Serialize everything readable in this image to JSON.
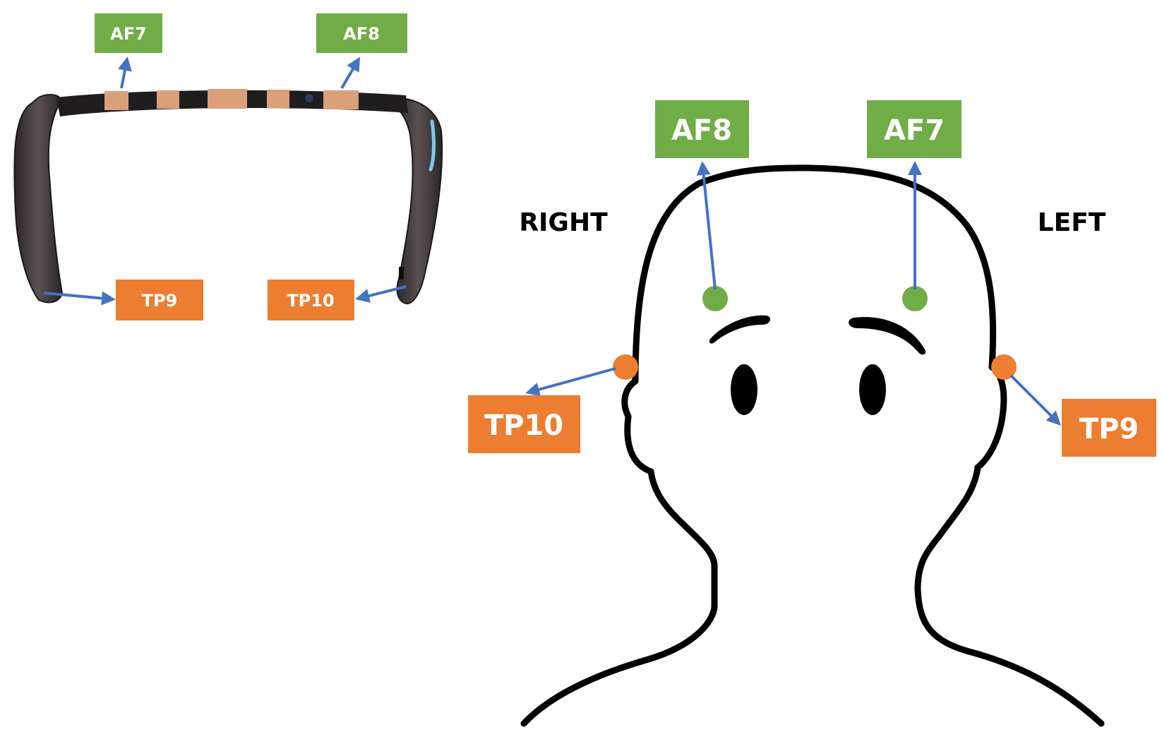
{
  "colors": {
    "green": "#70AD47",
    "orange": "#ED7D31",
    "arrow": "#4472C4",
    "outline": "#000000",
    "text_on_box": "#FFFFFF",
    "band_dark": "#3a3436",
    "band_strip": "#1f1d1e",
    "copper": "#d9a07a",
    "led": "#7ec8ea"
  },
  "headband": {
    "labels": {
      "af7": "AF7",
      "af8": "AF8",
      "tp9": "TP9",
      "tp10": "TP10"
    }
  },
  "head": {
    "side_right": "RIGHT",
    "side_left": "LEFT",
    "labels": {
      "af8": "AF8",
      "af7": "AF7",
      "tp10": "TP10",
      "tp9": "TP9"
    }
  }
}
